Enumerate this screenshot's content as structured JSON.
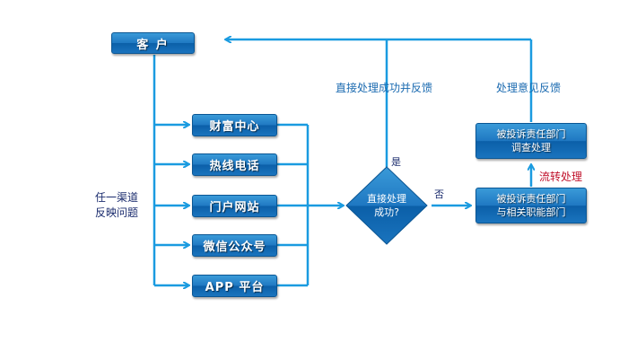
{
  "customer": {
    "label": "客 户"
  },
  "channels_caption": {
    "line1": "任一渠道",
    "line2": "反映问题"
  },
  "channels": [
    {
      "label": "财富中心"
    },
    {
      "label": "热线电话"
    },
    {
      "label": "门户网站"
    },
    {
      "label": "微信公众号"
    },
    {
      "label": "APP 平台"
    }
  ],
  "decision": {
    "line1": "直接处理",
    "line2": "成功?",
    "yes_label": "是",
    "no_label": "否"
  },
  "top_feedback": {
    "label": "直接处理成功并反馈"
  },
  "dept_feedback": {
    "label": "处理意见反馈"
  },
  "dept_investigate": {
    "line1": "被投诉责任部门",
    "line2": "调查处理"
  },
  "transfer": {
    "label": "流转处理"
  },
  "dept_receive": {
    "line1": "被投诉责任部门",
    "line2": "与相关职能部门"
  },
  "colors": {
    "line": "#1a9be0",
    "box_top": "#3a9ad8",
    "box_bottom": "#0b5fa8",
    "diamond": "#1a74be"
  }
}
